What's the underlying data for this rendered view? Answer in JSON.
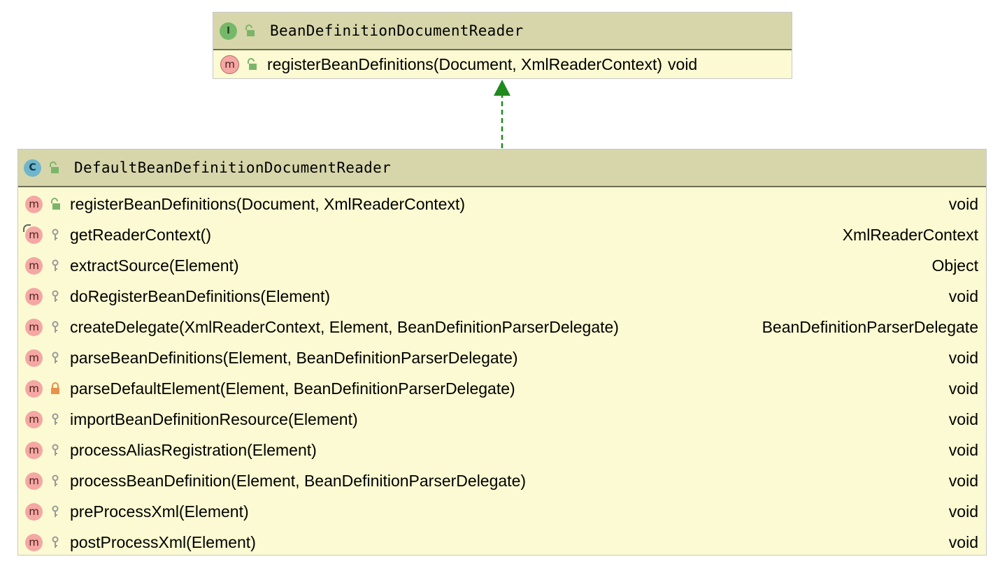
{
  "interface": {
    "kind": "I",
    "name": "BeanDefinitionDocumentReader",
    "methods": [
      {
        "kind": "m",
        "abstract": true,
        "visibility": "public",
        "signature": "registerBeanDefinitions(Document, XmlReaderContext)",
        "return_type": "void"
      }
    ]
  },
  "class": {
    "kind": "C",
    "name": "DefaultBeanDefinitionDocumentReader",
    "methods": [
      {
        "kind": "m",
        "visibility": "public",
        "signature": "registerBeanDefinitions(Document, XmlReaderContext)",
        "return_type": "void"
      },
      {
        "kind": "m",
        "visibility": "protected",
        "overridden_marker": true,
        "signature": "getReaderContext()",
        "return_type": "XmlReaderContext"
      },
      {
        "kind": "m",
        "visibility": "protected",
        "signature": "extractSource(Element)",
        "return_type": "Object"
      },
      {
        "kind": "m",
        "visibility": "protected",
        "signature": "doRegisterBeanDefinitions(Element)",
        "return_type": "void"
      },
      {
        "kind": "m",
        "visibility": "protected",
        "signature": "createDelegate(XmlReaderContext, Element, BeanDefinitionParserDelegate)",
        "return_type": "BeanDefinitionParserDelegate"
      },
      {
        "kind": "m",
        "visibility": "protected",
        "signature": "parseBeanDefinitions(Element, BeanDefinitionParserDelegate)",
        "return_type": "void"
      },
      {
        "kind": "m",
        "visibility": "private",
        "signature": "parseDefaultElement(Element, BeanDefinitionParserDelegate)",
        "return_type": "void"
      },
      {
        "kind": "m",
        "visibility": "protected",
        "signature": "importBeanDefinitionResource(Element)",
        "return_type": "void"
      },
      {
        "kind": "m",
        "visibility": "protected",
        "signature": "processAliasRegistration(Element)",
        "return_type": "void"
      },
      {
        "kind": "m",
        "visibility": "protected",
        "signature": "processBeanDefinition(Element, BeanDefinitionParserDelegate)",
        "return_type": "void"
      },
      {
        "kind": "m",
        "visibility": "protected",
        "signature": "preProcessXml(Element)",
        "return_type": "void"
      },
      {
        "kind": "m",
        "visibility": "protected",
        "signature": "postProcessXml(Element)",
        "return_type": "void"
      }
    ]
  },
  "relation": {
    "type": "implements",
    "color": "#1f8a1f"
  },
  "colors": {
    "header_bg": "#d7d6ab",
    "body_bg": "#fcfad2",
    "public_lock": "#7cb56a",
    "protected_key": "#9a9a9a",
    "private_lock": "#e8914a"
  }
}
